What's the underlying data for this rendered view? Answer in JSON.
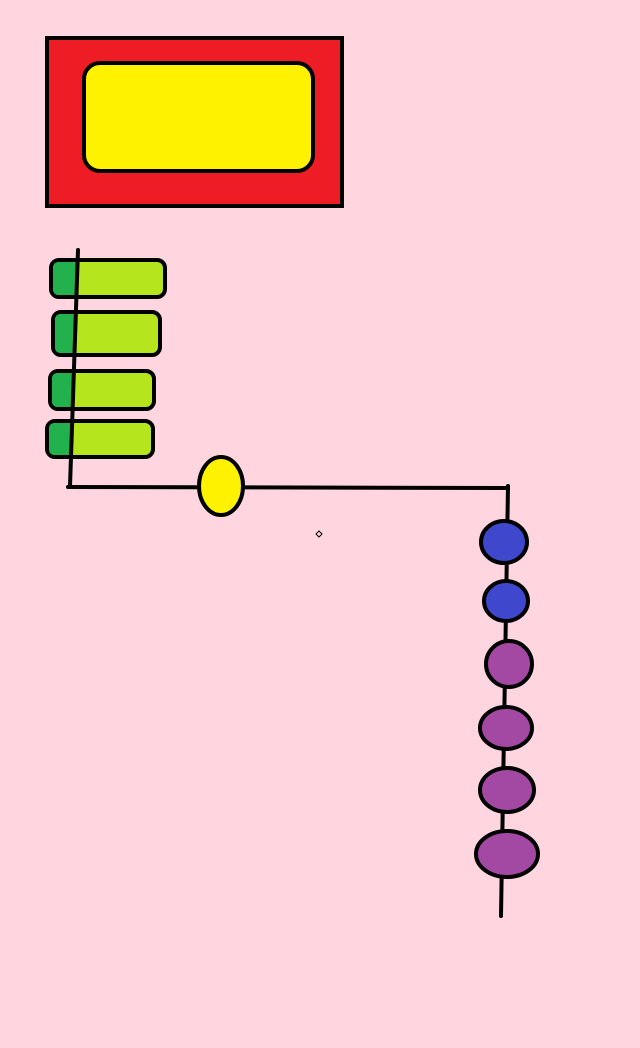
{
  "colors": {
    "background": "#ffd6e0",
    "stroke": "#000000",
    "frame_outer": "#ee1c24",
    "frame_inner": "#fff200",
    "bar_body": "#b5e61d",
    "bar_cap": "#22b14c",
    "junction_node": "#fff200",
    "node_blue": "#3f48cc",
    "node_purple": "#a349a4"
  },
  "drawing": {
    "frame": {
      "shape": "rectangle-with-rounded-inner-panel"
    },
    "bars": [
      {
        "shape": "rounded-bar"
      },
      {
        "shape": "rounded-bar"
      },
      {
        "shape": "rounded-bar"
      },
      {
        "shape": "rounded-bar"
      }
    ],
    "junction_node": {
      "shape": "ellipse"
    },
    "dot": {
      "shape": "small-diamond"
    },
    "nodes": [
      {
        "color_key": "node_blue"
      },
      {
        "color_key": "node_blue"
      },
      {
        "color_key": "node_purple"
      },
      {
        "color_key": "node_purple"
      },
      {
        "color_key": "node_purple"
      },
      {
        "color_key": "node_purple"
      }
    ]
  }
}
